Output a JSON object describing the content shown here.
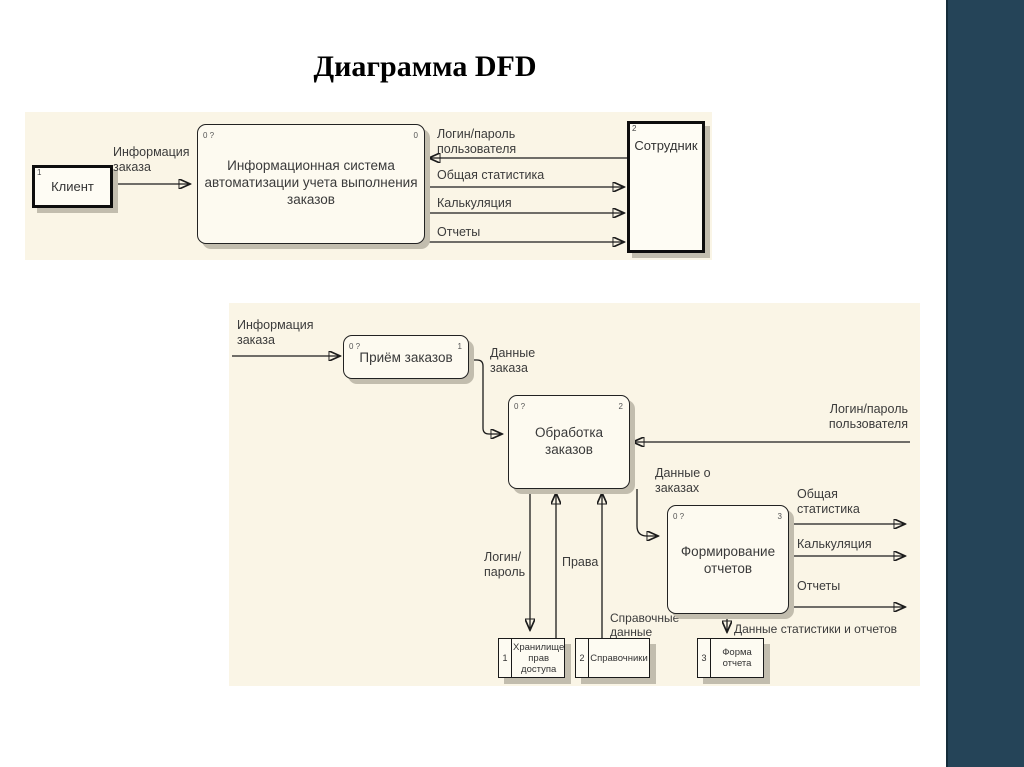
{
  "title": "Диаграмма DFD",
  "colors": {
    "sidebar": "#254458",
    "panel": "#FAF5E6",
    "shadow": "#C2BDAE"
  },
  "context": {
    "client": {
      "number": "1",
      "label": "Клиент"
    },
    "system": {
      "corner_tl": "0 ?",
      "corner_tr": "0",
      "label": "Информационная система автоматизации учета выполнения заказов"
    },
    "employee": {
      "number": "2",
      "label": "Сотрудник"
    },
    "flows": {
      "order_info": "Информация заказа",
      "login_password": "Логин/пароль пользователя",
      "overall_stats": "Общая статистика",
      "calculation": "Калькуляция",
      "reports": "Отчеты"
    }
  },
  "decomp": {
    "processes": [
      {
        "corner_tl": "0 ?",
        "corner_tr": "1",
        "label": "Приём заказов"
      },
      {
        "corner_tl": "0 ?",
        "corner_tr": "2",
        "label": "Обработка заказов"
      },
      {
        "corner_tl": "0 ?",
        "corner_tr": "3",
        "label": "Формирование отчетов"
      }
    ],
    "stores": [
      {
        "number": "1",
        "label": "Хранилище прав доступа"
      },
      {
        "number": "2",
        "label": "Справочники"
      },
      {
        "number": "3",
        "label": "Форма отчета"
      }
    ],
    "flows": {
      "order_info": "Информация заказа",
      "order_data": "Данные заказа",
      "login_password": "Логин/пароль пользователя",
      "login_parol": "Логин/\nпароль",
      "rights": "Права",
      "reference_data": "Справочные данные",
      "orders_data": "Данные о заказах",
      "overall_stats": "Общая статистика",
      "calculation": "Калькуляция",
      "reports": "Отчеты",
      "stats_reports_data": "Данные статистики и отчетов"
    }
  }
}
